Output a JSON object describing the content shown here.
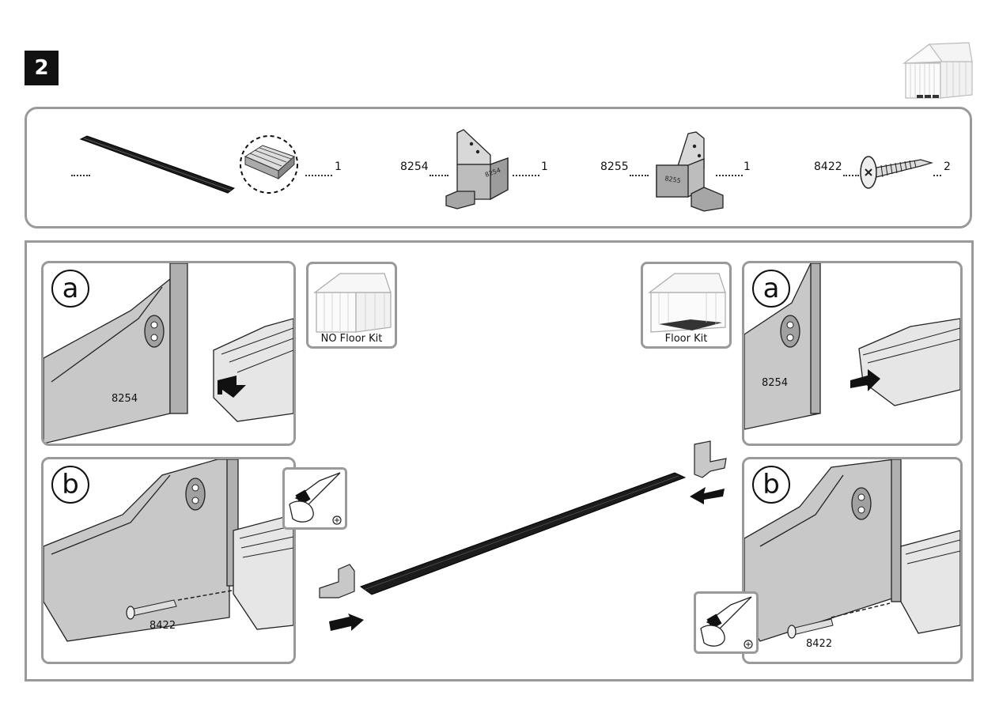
{
  "step": {
    "number": "2"
  },
  "parts": [
    {
      "id": "",
      "qty": "1"
    },
    {
      "id": "8254",
      "qty": "1"
    },
    {
      "id": "8255",
      "qty": "1"
    },
    {
      "id": "8422",
      "qty": "2"
    }
  ],
  "kits": {
    "no_floor": "NO Floor Kit",
    "floor": "Floor Kit"
  },
  "details": {
    "left_a": {
      "letter": "a",
      "code": "8254"
    },
    "left_b": {
      "letter": "b",
      "code": "8422"
    },
    "right_a": {
      "letter": "a",
      "code": "8254"
    },
    "right_b": {
      "letter": "b",
      "code": "8422"
    }
  },
  "icons": [
    "shed-icon",
    "drill-icon",
    "phillips-bit-icon",
    "arrow-icon",
    "screw-icon"
  ],
  "colors": {
    "border": "#9a9a9a",
    "part_dark": "#1c1c1c",
    "part_grey": "#8a8a8a"
  }
}
